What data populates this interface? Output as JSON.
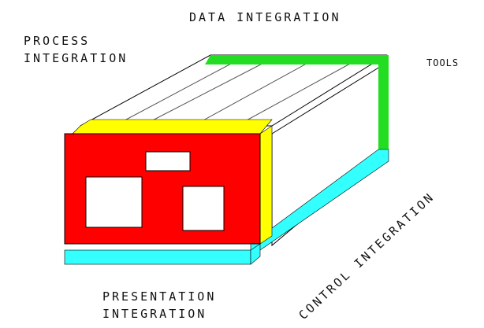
{
  "labels": {
    "data_integration": "DATA INTEGRATION",
    "process_line1": "PROCESS",
    "process_line2": "INTEGRATION",
    "tools": "TOOLS",
    "control_integration": "CONTROL INTEGRATION",
    "presentation_line1": "PRESENTATION",
    "presentation_line2": "INTEGRATION"
  },
  "colors": {
    "presentation_face": "#ff0000",
    "window": "#ffffff",
    "process_edge": "#ffff00",
    "data_edge": "#22dd22",
    "control_edge": "#33ffff",
    "outline": "#000000"
  }
}
